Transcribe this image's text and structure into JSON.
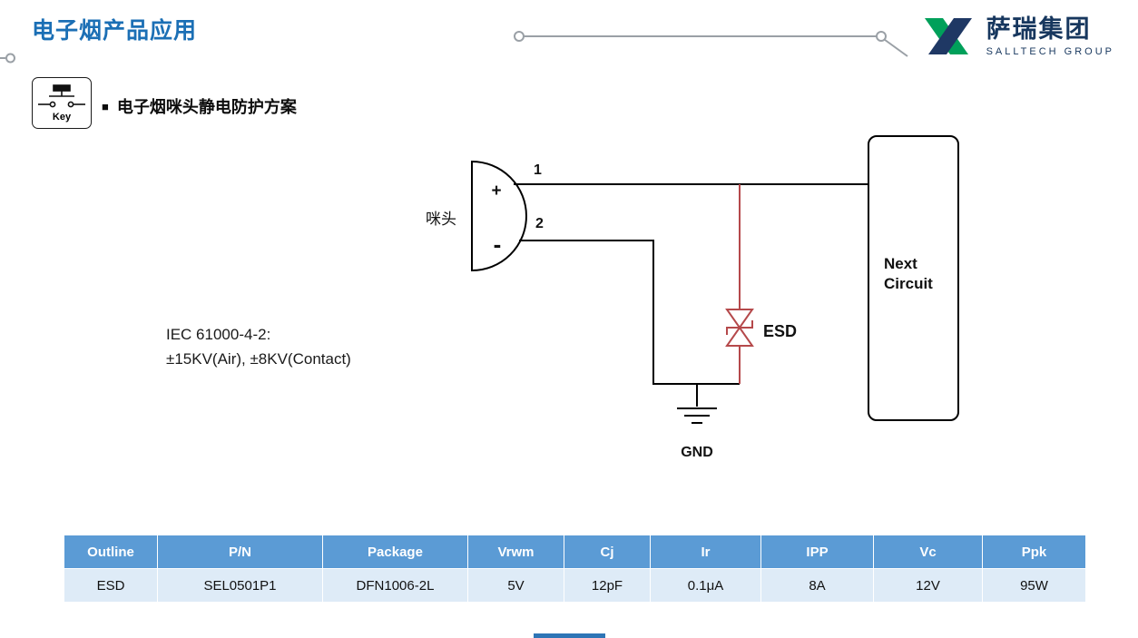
{
  "header": {
    "title": "电子烟产品应用",
    "logo": {
      "company": "萨瑞集团",
      "group": "SALLTECH GROUP"
    }
  },
  "key_badge": {
    "label": "Key"
  },
  "section": {
    "bullet": "■",
    "title": "电子烟咪头静电防护方案"
  },
  "diagram": {
    "mic_label": "咪头",
    "pin1_label": "1",
    "pin2_label": "2",
    "plus_label": "+",
    "minus_label": "-",
    "esd_label": "ESD",
    "gnd_label": "GND",
    "next_circuit": {
      "line1": "Next",
      "line2": "Circuit"
    },
    "iec_note": {
      "line1": "IEC 61000-4-2:",
      "line2": "±15KV(Air), ±8KV(Contact)"
    }
  },
  "table": {
    "headers": [
      "Outline",
      "P/N",
      "Package",
      "Vrwm",
      "Cj",
      "Ir",
      "IPP",
      "Vc",
      "Ppk"
    ],
    "rows": [
      [
        "ESD",
        "SEL0501P1",
        "DFN1006-2L",
        "5V",
        "12pF",
        "0.1μA",
        "8A",
        "12V",
        "95W"
      ]
    ]
  },
  "colors": {
    "title_blue": "#1B6FB5",
    "table_header_bg": "#5B9BD5",
    "table_row_bg": "#DEEBF7",
    "esd_red": "#B5494B",
    "logo_navy": "#17375E",
    "logo_green": "#00A05A",
    "progress_bar": "#2E75B6",
    "deco_gray": "#9AA0A6"
  }
}
